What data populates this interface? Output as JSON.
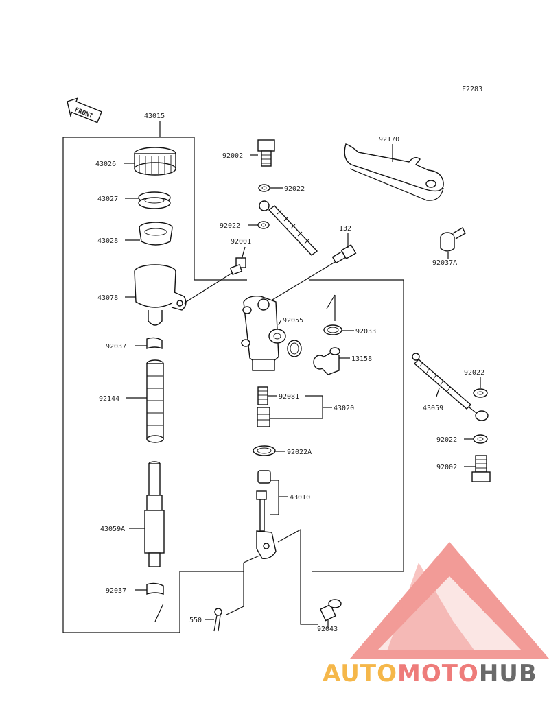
{
  "figure_code": "F2283",
  "front_label": "FRONT",
  "colors": {
    "watermark": "#f08a85",
    "logo_auto": "#f5b74a",
    "logo_moto": "#ee7c7a",
    "logo_hub": "#6a6a6a"
  },
  "parts": {
    "p43015": "43015",
    "p43026": "43026",
    "p43027": "43027",
    "p43028": "43028",
    "p92001": "92001",
    "p43078": "43078",
    "p92037_top": "92037",
    "p92144": "92144",
    "p43059a": "43059A",
    "p92037_bottom": "92037",
    "p92002_top": "92002",
    "p92022_a": "92022",
    "p92022_b": "92022",
    "p132": "132",
    "p92055": "92055",
    "p92033": "92033",
    "p13158": "13158",
    "p92081": "92081",
    "p43020": "43020",
    "p92022a": "92022A",
    "p43010": "43010",
    "p550": "550",
    "p92043": "92043",
    "p92170": "92170",
    "p92037a": "92037A",
    "p92022_c": "92022",
    "p43059": "43059",
    "p92022_d": "92022",
    "p92002_bottom": "92002"
  },
  "logo": {
    "part1": "AUTO",
    "part2": "MOTO",
    "part3": "HUB"
  }
}
